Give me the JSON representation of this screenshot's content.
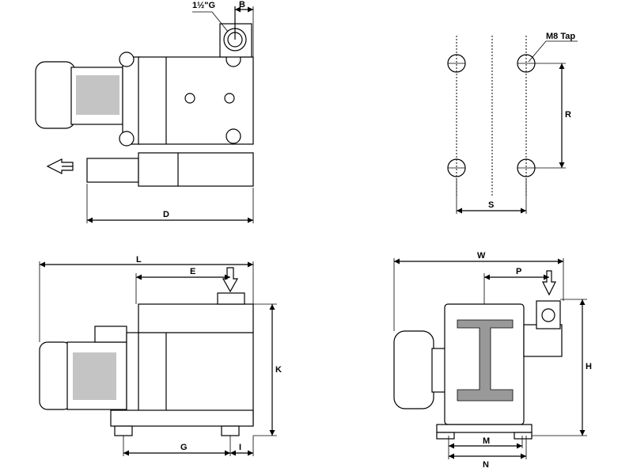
{
  "labels": {
    "thread": "1½\"G",
    "B": "B",
    "tap": "M8 Tap",
    "R": "R",
    "S": "S",
    "D": "D",
    "L": "L",
    "E": "E",
    "K": "K",
    "G": "G",
    "I": "I",
    "W": "W",
    "P": "P",
    "H": "H",
    "M": "M",
    "N": "N"
  }
}
